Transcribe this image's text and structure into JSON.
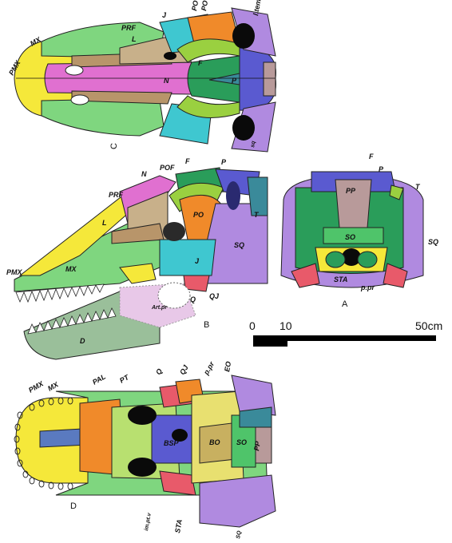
{
  "views": {
    "C": "C",
    "B": "B",
    "A": "A",
    "D": "D"
  },
  "labels_c": {
    "pmx": "PMX",
    "mx": "MX",
    "prf": "PRF",
    "l": "L",
    "j": "J",
    "po1": "PO",
    "po2": "PO",
    "ltem": "l.tem",
    "f": "F",
    "n": "N",
    "p": "P",
    "sq": "sq"
  },
  "labels_b": {
    "pof": "POF",
    "f": "F",
    "p": "P",
    "n": "N",
    "prf": "PRF",
    "l": "L",
    "po": "PO",
    "t": "T",
    "sq": "SQ",
    "pmx": "PMX",
    "mx": "MX",
    "j": "J",
    "q": "Q",
    "qj": "QJ",
    "d": "D",
    "artpr": "Art.pr"
  },
  "labels_a": {
    "f": "F",
    "p": "P",
    "pp": "PP",
    "t": "T",
    "so": "SO",
    "sq": "SQ",
    "sta": "STA",
    "ppr": "p.pr"
  },
  "labels_d": {
    "pmx": "PMX",
    "mx": "MX",
    "pal": "PAL",
    "pt": "PT",
    "q": "Q",
    "qj": "QJ",
    "ppr": "p.pr",
    "eo": "EO",
    "bsp": "BSP",
    "bo": "BO",
    "so": "SO",
    "pp": "PP",
    "impt": "im.pt.v",
    "sta": "STA",
    "sq": "SQ"
  },
  "scale_bar": {
    "t0": "0",
    "t10": "10",
    "t50": "50cm"
  },
  "colors": {
    "premaxilla": "#f5e83a",
    "maxilla": "#7fd67f",
    "nasal": "#e070d0",
    "lacrimal": "#b8956a",
    "prefrontal": "#c8b08a",
    "postorbital": "#f08a2a",
    "frontal": "#2a9d5a",
    "parietal": "#5a5ad0",
    "squamosal": "#b08ae0",
    "jugal": "#3fc7d0",
    "postparietal": "#b89a9a",
    "quadrate": "#e85a6a",
    "dentary": "#9abf9a",
    "postorbital_frontal": "#9ad040",
    "supraoccipital": "#4fc46a",
    "tabular": "#3a8a9a"
  }
}
